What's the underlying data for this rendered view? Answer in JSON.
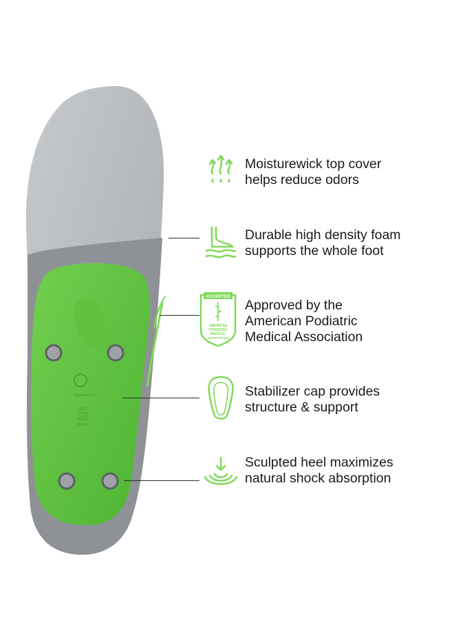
{
  "colors": {
    "accent_green": "#7ed957",
    "cap_green": "#5cc13a",
    "top_cover_gray": "#b9bcc0",
    "text": "#1a1a1a"
  },
  "features": [
    {
      "icon": "moisture-wick-icon",
      "line1": "Moisturewick top cover",
      "line2": "helps reduce odors"
    },
    {
      "icon": "foam-foot-icon",
      "line1": "Durable high density foam",
      "line2": "supports the whole foot"
    },
    {
      "icon": "apma-seal-icon",
      "line1": "Approved by the",
      "line2": "American Podiatric",
      "line3": "Medical Association"
    },
    {
      "icon": "stabilizer-cap-icon",
      "line1": "Stabilizer cap provides",
      "line2": "structure & support"
    },
    {
      "icon": "shock-absorption-icon",
      "line1": "Sculpted heel maximizes",
      "line2": "natural shock absorption"
    }
  ],
  "apma_seal": {
    "top": "ACCEPTED",
    "line1": "AMERICAN",
    "line2": "PODIATRIC",
    "line3": "MEDICAL",
    "line4": "ASSOCIATION"
  },
  "insole_markings": {
    "brand": "superfeet.com",
    "size_label": "SIZE",
    "size_value": "E",
    "side": "RIGHT"
  }
}
